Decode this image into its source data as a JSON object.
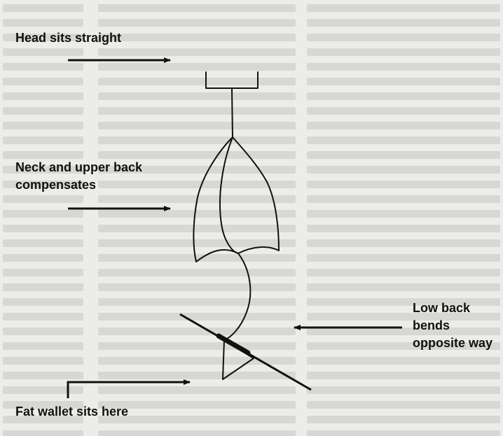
{
  "labels": {
    "head": "Head sits straight",
    "neck": "Neck and upper back\ncompensates",
    "low_back": "Low back\nbends\nopposite way",
    "wallet": "Fat wallet sits here"
  },
  "colors": {
    "ink": "#111111",
    "paper": "#ececea",
    "faded_text": "#d7d7d4"
  }
}
